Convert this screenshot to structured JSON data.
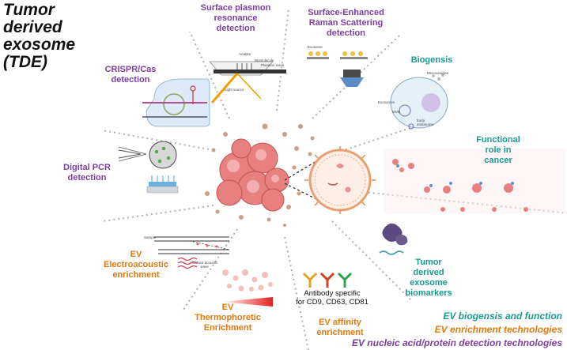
{
  "title": "Tumor\nderived\nexosome\n(TDE)",
  "sections": {
    "spr": "Surface plasmon\nresonance\ndetection",
    "sers": "Surface-Enhanced\nRaman Scattering\ndetection",
    "crispr": "CRISPR/Cas\ndetection",
    "biogenesis": "Biogensis",
    "functional": "Functional\nrole in\ncancer",
    "dpcr": "Digital PCR\ndetection",
    "ev_electro": "EV\nElectroacoustic\nenrichment",
    "ev_thermo": "EV\nThermophoretic\nEnrichment",
    "ev_affinity": "EV affinity\nenrichment",
    "antibody_text": "Antibody specific\nfor CD9, CD63, CD81",
    "biomarkers": "Tumor\nderived\nexosome\nbiomarkers"
  },
  "small_labels": {
    "analyte": "Analyte",
    "biomolecule": "Biomolecule",
    "plasmon_wave": "Plasmon wave",
    "light_source": "Light source",
    "exosome": "Exosome",
    "microvesicles": "Microvesicles",
    "exosomes": "Exosomes",
    "mvb": "MVB",
    "early_endosome": "Early\nendosome",
    "sample": "Sample",
    "saw": "Surface acoustic\nwave"
  },
  "legend": {
    "biogenesis": "EV biogensis and function",
    "enrichment": "EV enrichment technologies",
    "detection": "EV nucleic acid/protein detection technologies"
  },
  "colors": {
    "purple": "#7b3fa0",
    "orange": "#e07a10",
    "teal": "#1a9a8e",
    "tumor": "#e88080",
    "divider": "#b0b0b0"
  }
}
